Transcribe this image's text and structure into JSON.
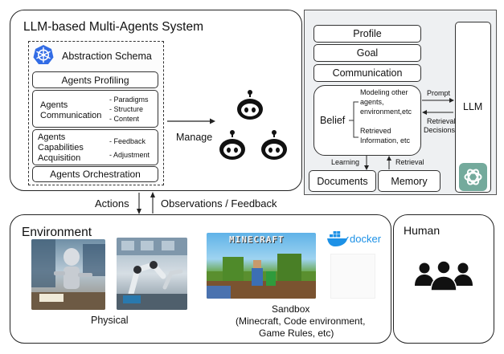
{
  "system": {
    "title": "LLM-based Multi-Agents System",
    "schema_title": "Abstraction Schema",
    "profiling": "Agents Profiling",
    "communication_label_1": "Agents",
    "communication_label_2": "Communication",
    "communication_items": [
      "- Paradigms",
      "- Structure",
      "- Content"
    ],
    "capabilities_label_1": "Agents",
    "capabilities_label_2": "Capabilities",
    "capabilities_label_3": "Acquisition",
    "capabilities_items": [
      "- Feedback",
      "- Adjustment"
    ],
    "orchestration": "Agents Orchestration",
    "manage": "Manage"
  },
  "agent": {
    "profile": "Profile",
    "goal": "Goal",
    "communication": "Communication",
    "belief": "Belief",
    "belief_item_1": [
      "Modeling other",
      "agents,",
      "environment,etc"
    ],
    "belief_item_2": [
      "Retrieved",
      "Information, etc"
    ],
    "prompt": "Prompt",
    "retrieval_decisions": [
      "Retrieval",
      "Decisions"
    ],
    "llm": "LLM",
    "learning": "Learning",
    "retrieval": "Retrieval",
    "documents": "Documents",
    "memory": "Memory"
  },
  "links": {
    "actions": "Actions",
    "observations": "Observations / Feedback"
  },
  "environment": {
    "title": "Environment",
    "physical": "Physical",
    "minecraft_logo": "MINECRAFT",
    "docker_logo": "docker",
    "sandbox": [
      "Sandbox",
      "(Minecraft, Code environment,",
      "Game Rules, etc)"
    ]
  },
  "human": {
    "title": "Human"
  },
  "colors": {
    "kubernetes_blue": "#326ce5",
    "docker_blue": "#1d91e6",
    "chatgpt_green": "#74aa9c",
    "panel_gray": "#eef0f2"
  },
  "icons": [
    "kubernetes-icon",
    "robot-icon",
    "chatgpt-icon",
    "docker-whale-icon",
    "people-icon"
  ]
}
